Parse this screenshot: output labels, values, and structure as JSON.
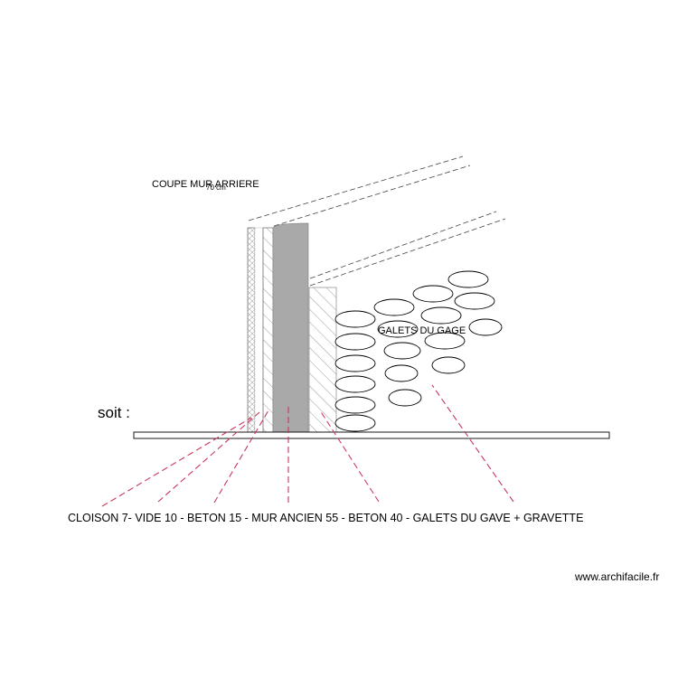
{
  "title": "COUPE MUR ARRIERE",
  "dimension_note": "70 cm",
  "ground_label": "soit :",
  "galets_label": "GALETS DU GAGE",
  "legend": "CLOISON 7- VIDE 10 - BETON 15 - MUR ANCIEN 55 -  BETON 40 -  GALETS DU GAVE + GRAVETTE",
  "watermark": "www.archifacile.fr",
  "colors": {
    "wall_fill": "#a9a9a9",
    "leader": "#c8365a",
    "outline": "#000000",
    "hatch": "#9a9a9a"
  }
}
